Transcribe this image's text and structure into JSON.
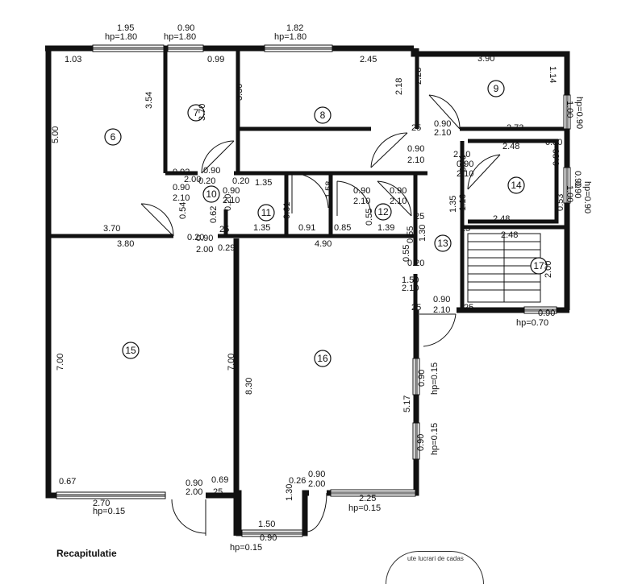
{
  "labels": {
    "top": [
      {
        "id": "t1",
        "text": "1.95"
      },
      {
        "id": "t2",
        "text": "hp=1.80"
      },
      {
        "id": "t3",
        "text": "0.90"
      },
      {
        "id": "t4",
        "text": "hp=1.80"
      },
      {
        "id": "t5",
        "text": "1.82"
      },
      {
        "id": "t6",
        "text": "hp=1.80"
      }
    ],
    "dims": [
      "1.03",
      "0.99",
      "2.45",
      "3.90",
      "1.14",
      "3.54",
      "3.70",
      "3.30",
      "2.18",
      "2.28",
      "5.00",
      "0.92",
      "0.90",
      "2.00",
      "0.20",
      "1.35",
      "25",
      "0.90",
      "2.10",
      "0.90",
      "2.10",
      "2.73",
      "0.90",
      "2.10",
      "2.48",
      "0.80",
      "0.90",
      "2.10",
      "1.58",
      "0.90",
      "2.10",
      "0.90",
      "2.10",
      "1.35",
      "1.10",
      "0.90",
      "2.10",
      "3.70",
      "0.54",
      "0.62",
      "0.20",
      "0.61",
      "1.35",
      "0.91",
      "0.85",
      "0.55",
      "1.39",
      "0.53",
      "2.48",
      "0.55",
      "1.30",
      "25",
      "25",
      "3.80",
      "0.90",
      "2.00",
      "0.29",
      "4.90",
      "0.55",
      "0.20",
      "1.50",
      "2.10",
      "2.48",
      "2.00",
      "0.90",
      "2.10",
      "25",
      "25",
      "7.00",
      "7.00",
      "8.30",
      "0.90",
      "hp=0.15",
      "5.17",
      "0.90",
      "hp=0.15",
      "0.67",
      "0.69",
      "0.90",
      "2.00",
      "25",
      "2.70",
      "hp=0.15",
      "0.26",
      "0.90",
      "2.00",
      "2.25",
      "hp=0.15",
      "1.30",
      "1.50",
      "0.90",
      "hp=0.15",
      "0.90",
      "hp=0.70",
      "0.80",
      "0.90",
      "1.00",
      "hp=0.90",
      "0.90",
      "1.00",
      "hp=0.90",
      "0.20",
      "0.90",
      "2.10",
      "25",
      "0.20"
    ],
    "rooms": [
      "6",
      "7",
      "8",
      "9",
      "10",
      "11",
      "12",
      "13",
      "14",
      "15",
      "16",
      "17"
    ]
  },
  "footer": {
    "title": "Recapitulatie",
    "stamp": "ute lucrari de cadas"
  }
}
